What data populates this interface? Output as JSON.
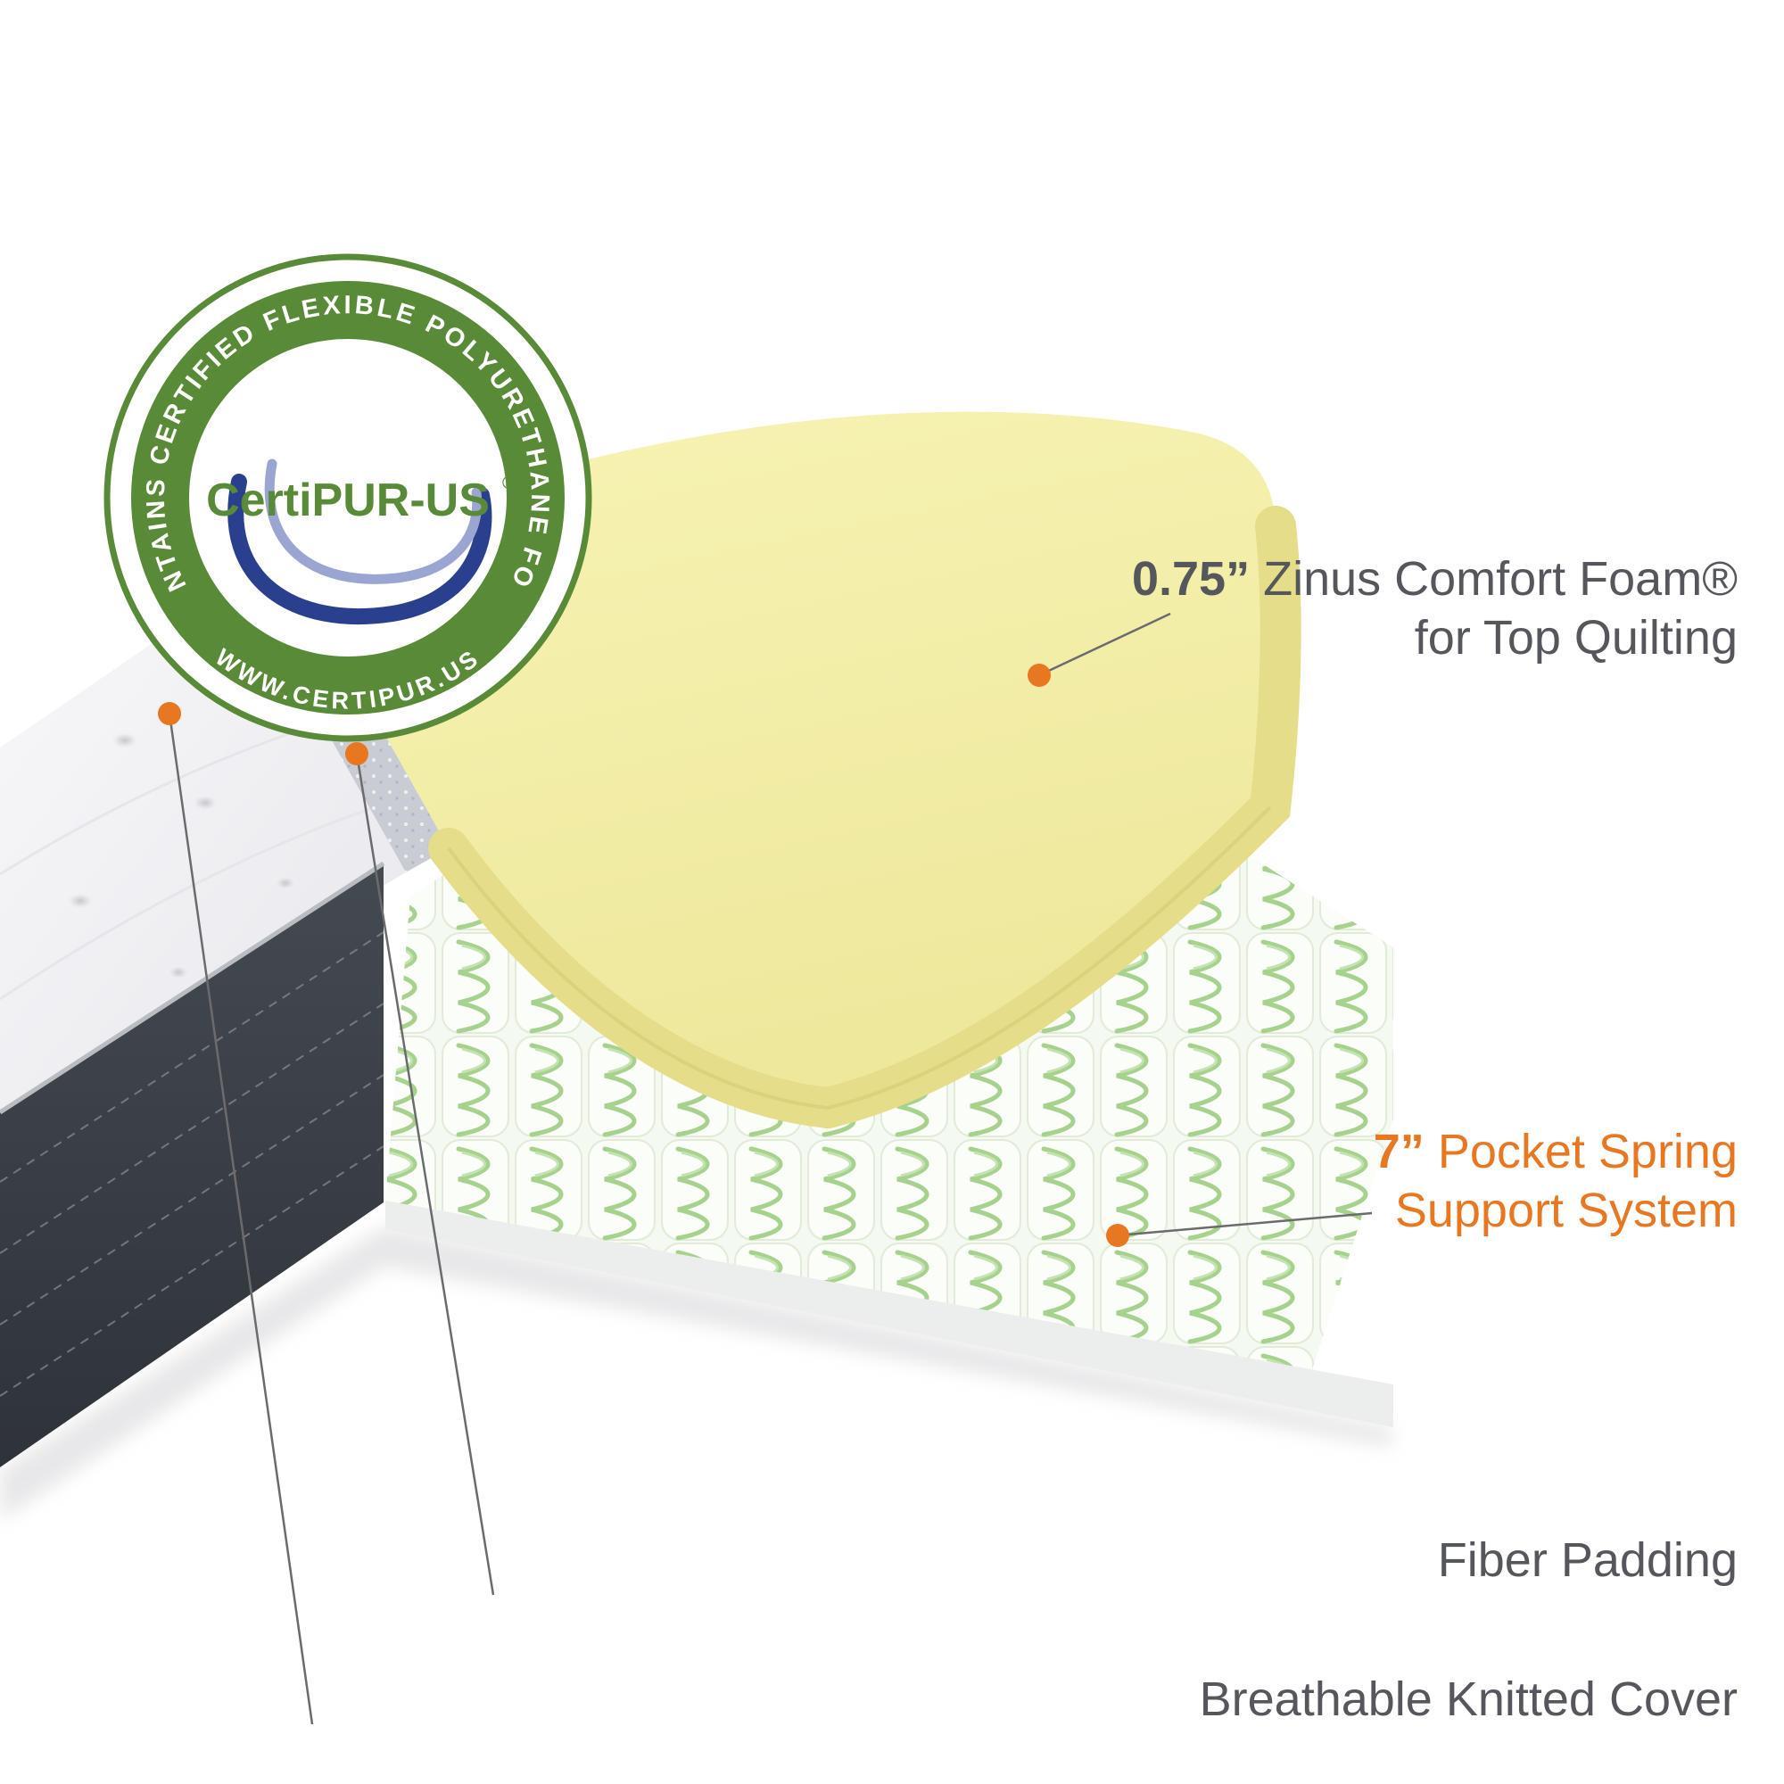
{
  "badge": {
    "ring_text": "CONTAINS CERTIFIED FLEXIBLE POLYURETHANE FOAM",
    "name": "CertiPUR-US",
    "registered_mark": "®",
    "url_text": "WWW.CERTIPUR.US",
    "colors": {
      "green": "#598a38",
      "navy": "#2b3f8f",
      "light_blue": "#9aa6d1"
    }
  },
  "callouts": {
    "comfort_foam": {
      "measure": "0.75”",
      "title": " Zinus Comfort Foam®",
      "line2": "for Top Quilting"
    },
    "pocket_spring": {
      "measure": "7”",
      "title": " Pocket Spring",
      "line2": "Support System"
    },
    "fiber_padding": {
      "title": "Fiber Padding"
    },
    "knitted_cover": {
      "title": "Breathable Knitted Cover"
    }
  },
  "colors": {
    "label_gray": "#55575c",
    "accent_orange": "#e87722",
    "foam_yellow": "#f3efa6",
    "spring_green": "#a6d28e",
    "mattress_dark": "#383d44"
  }
}
